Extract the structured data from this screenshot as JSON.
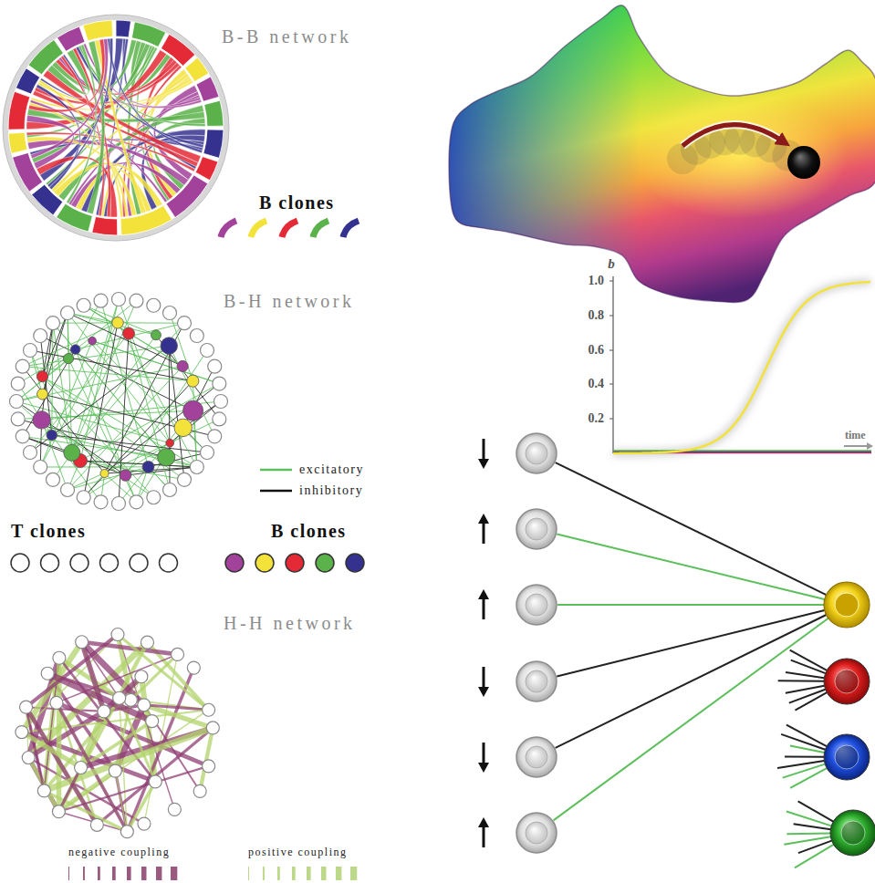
{
  "diagram": {
    "labels": [
      "B-B network",
      "B clones",
      "B-H network",
      "T clones",
      "B clones",
      "H-H network",
      "b",
      "1.0",
      "0.8",
      "0.6",
      "0.4",
      "0.2",
      "time"
    ],
    "legend": [
      {
        "text": "excitatory"
      },
      {
        "text": "inhibitory"
      },
      {
        "text": "negative coupling"
      },
      {
        "text": "positive coupling"
      }
    ]
  }
}
